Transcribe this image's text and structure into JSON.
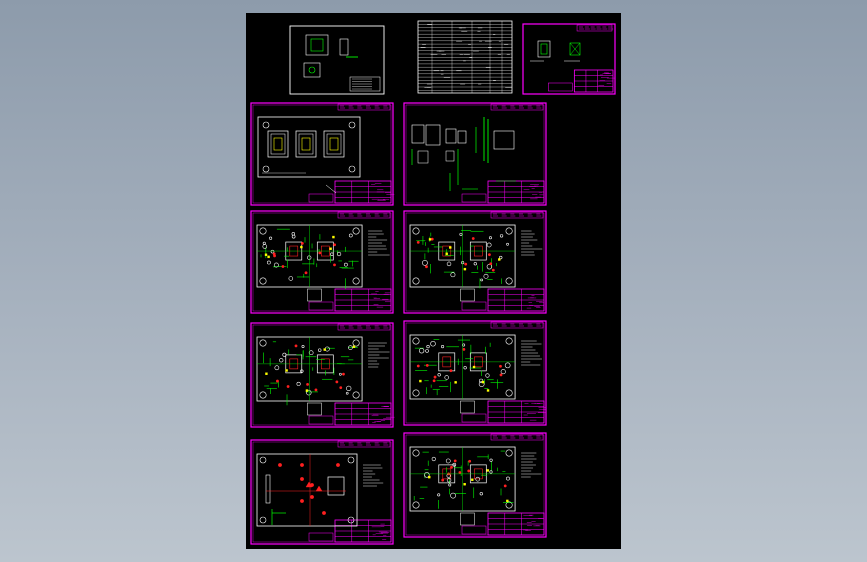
{
  "app": {
    "view": "CAD model space",
    "background": "#9aa6b4"
  },
  "drawing": {
    "sheet_background": "#000000",
    "colors": {
      "frame": "#ff00ff",
      "white_line": "#ffffff",
      "green_line": "#00ff00",
      "red_mark": "#ff2020",
      "yellow_mark": "#ffff00"
    },
    "sheets": [
      {
        "id": "assembly-overview",
        "type": "assembly"
      },
      {
        "id": "parts-list-table",
        "type": "table"
      },
      {
        "id": "detail-small",
        "type": "detail"
      },
      {
        "id": "cavity-plate-top",
        "type": "plate"
      },
      {
        "id": "parts-layout",
        "type": "parts"
      },
      {
        "id": "template-plan-1",
        "type": "plan"
      },
      {
        "id": "template-plan-2",
        "type": "plan"
      },
      {
        "id": "template-plan-3",
        "type": "plan"
      },
      {
        "id": "template-plan-4",
        "type": "plan"
      },
      {
        "id": "template-plan-5",
        "type": "plan"
      },
      {
        "id": "template-plan-6",
        "type": "plan"
      }
    ]
  }
}
